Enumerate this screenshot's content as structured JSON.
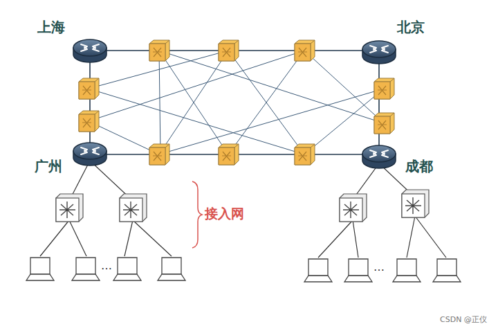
{
  "diagram": {
    "nodes": [
      {
        "text": [
          "上海"
        ]
      },
      {
        "text": [
          "北京"
        ]
      },
      {
        "text": [
          "广州"
        ]
      },
      {
        "text": [
          "成都"
        ]
      }
    ],
    "labels": [
      "接入网",
      "…",
      "…",
      "CSDN @正仪"
    ]
  }
}
